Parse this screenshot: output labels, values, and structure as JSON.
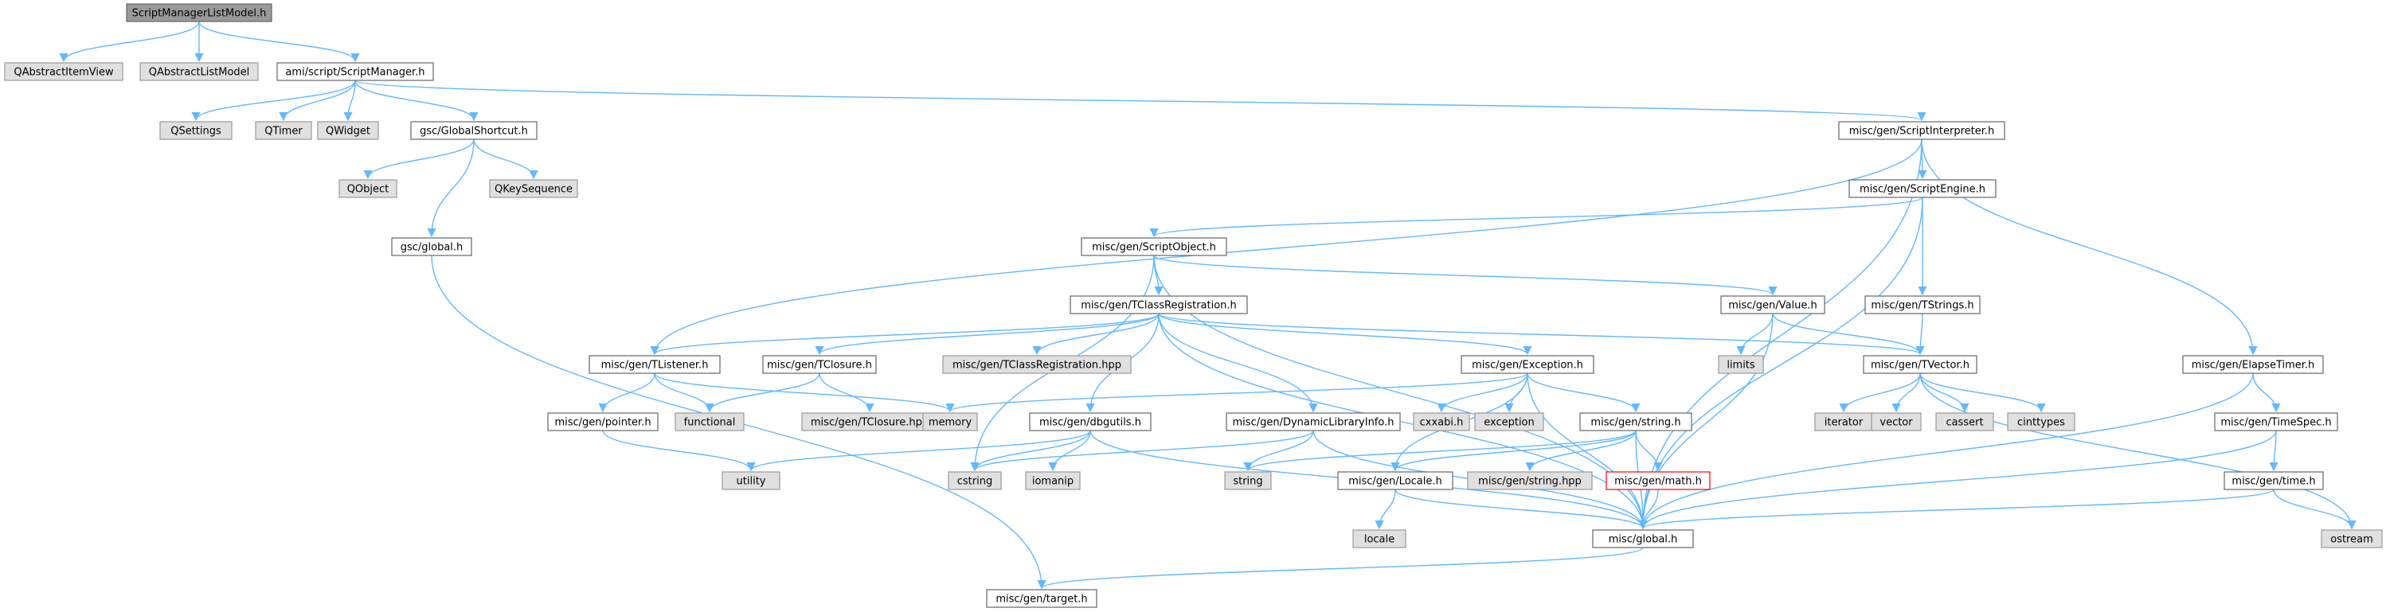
{
  "colors": {
    "edge": "#63b8ff",
    "file_border": "#666666",
    "external_fill": "#e0e0e0",
    "root_fill": "#999999",
    "error_border": "#ff0000"
  },
  "nodes": [
    {
      "id": "root",
      "label": "ScriptManagerListModel.h",
      "kind": "root"
    },
    {
      "id": "qaiv",
      "label": "QAbstractItemView",
      "kind": "ext"
    },
    {
      "id": "qalm",
      "label": "QAbstractListModel",
      "kind": "ext"
    },
    {
      "id": "sm",
      "label": "ami/script/ScriptManager.h",
      "kind": "file"
    },
    {
      "id": "qsettings",
      "label": "QSettings",
      "kind": "ext"
    },
    {
      "id": "qtimer",
      "label": "QTimer",
      "kind": "ext"
    },
    {
      "id": "qwidget",
      "label": "QWidget",
      "kind": "ext"
    },
    {
      "id": "gshort",
      "label": "gsc/GlobalShortcut.h",
      "kind": "file"
    },
    {
      "id": "qobject",
      "label": "QObject",
      "kind": "ext"
    },
    {
      "id": "qkeyseq",
      "label": "QKeySequence",
      "kind": "ext"
    },
    {
      "id": "gscglobal",
      "label": "gsc/global.h",
      "kind": "file"
    },
    {
      "id": "sinterp",
      "label": "misc/gen/ScriptInterpreter.h",
      "kind": "file"
    },
    {
      "id": "sengine",
      "label": "misc/gen/ScriptEngine.h",
      "kind": "file"
    },
    {
      "id": "sobject",
      "label": "misc/gen/ScriptObject.h",
      "kind": "file"
    },
    {
      "id": "tclassreg",
      "label": "misc/gen/TClassRegistration.h",
      "kind": "file"
    },
    {
      "id": "value",
      "label": "misc/gen/Value.h",
      "kind": "file"
    },
    {
      "id": "tstrings",
      "label": "misc/gen/TStrings.h",
      "kind": "file"
    },
    {
      "id": "elapse",
      "label": "misc/gen/ElapseTimer.h",
      "kind": "file"
    },
    {
      "id": "tlistener",
      "label": "misc/gen/TListener.h",
      "kind": "file"
    },
    {
      "id": "tclosure",
      "label": "misc/gen/TClosure.h",
      "kind": "file"
    },
    {
      "id": "tclassreghpp",
      "label": "misc/gen/TClassRegistration.hpp",
      "kind": "ext"
    },
    {
      "id": "exception",
      "label": "misc/gen/Exception.h",
      "kind": "file"
    },
    {
      "id": "limits",
      "label": "limits",
      "kind": "ext"
    },
    {
      "id": "tvector",
      "label": "misc/gen/TVector.h",
      "kind": "file"
    },
    {
      "id": "pointer",
      "label": "misc/gen/pointer.h",
      "kind": "file"
    },
    {
      "id": "functional",
      "label": "functional",
      "kind": "ext"
    },
    {
      "id": "tclosurehpp",
      "label": "misc/gen/TClosure.hpp",
      "kind": "ext"
    },
    {
      "id": "memory",
      "label": "memory",
      "kind": "ext"
    },
    {
      "id": "dbgutils",
      "label": "misc/gen/dbgutils.h",
      "kind": "file"
    },
    {
      "id": "dynlib",
      "label": "misc/gen/DynamicLibraryInfo.h",
      "kind": "file"
    },
    {
      "id": "cxxabi",
      "label": "cxxabi.h",
      "kind": "ext"
    },
    {
      "id": "exceptionstd",
      "label": "exception",
      "kind": "ext"
    },
    {
      "id": "mstring",
      "label": "misc/gen/string.h",
      "kind": "file"
    },
    {
      "id": "iterator",
      "label": "iterator",
      "kind": "ext"
    },
    {
      "id": "vector",
      "label": "vector",
      "kind": "ext"
    },
    {
      "id": "cassert",
      "label": "cassert",
      "kind": "ext"
    },
    {
      "id": "cinttypes",
      "label": "cinttypes",
      "kind": "ext"
    },
    {
      "id": "timespec",
      "label": "misc/gen/TimeSpec.h",
      "kind": "file"
    },
    {
      "id": "utility",
      "label": "utility",
      "kind": "ext"
    },
    {
      "id": "cstring",
      "label": "cstring",
      "kind": "ext"
    },
    {
      "id": "iomanip",
      "label": "iomanip",
      "kind": "ext"
    },
    {
      "id": "string",
      "label": "string",
      "kind": "ext"
    },
    {
      "id": "locale",
      "label": "misc/gen/Locale.h",
      "kind": "file"
    },
    {
      "id": "stringhpp",
      "label": "misc/gen/string.hpp",
      "kind": "ext"
    },
    {
      "id": "math",
      "label": "misc/gen/math.h",
      "kind": "red"
    },
    {
      "id": "gtime",
      "label": "misc/gen/time.h",
      "kind": "file"
    },
    {
      "id": "localestd",
      "label": "locale",
      "kind": "ext"
    },
    {
      "id": "miscglobal",
      "label": "misc/global.h",
      "kind": "file"
    },
    {
      "id": "ostream",
      "label": "ostream",
      "kind": "ext"
    },
    {
      "id": "target",
      "label": "misc/gen/target.h",
      "kind": "file"
    }
  ],
  "edges": [
    [
      "root",
      "qaiv"
    ],
    [
      "root",
      "qalm"
    ],
    [
      "root",
      "sm"
    ],
    [
      "sm",
      "qsettings"
    ],
    [
      "sm",
      "qtimer"
    ],
    [
      "sm",
      "qwidget"
    ],
    [
      "sm",
      "gshort"
    ],
    [
      "sm",
      "sinterp"
    ],
    [
      "gshort",
      "qobject"
    ],
    [
      "gshort",
      "qkeyseq"
    ],
    [
      "gshort",
      "gscglobal"
    ],
    [
      "gscglobal",
      "target"
    ],
    [
      "sinterp",
      "sengine"
    ],
    [
      "sinterp",
      "tlistener"
    ],
    [
      "sinterp",
      "elapse"
    ],
    [
      "sinterp",
      "miscglobal"
    ],
    [
      "sengine",
      "sobject"
    ],
    [
      "sengine",
      "tstrings"
    ],
    [
      "sengine",
      "miscglobal"
    ],
    [
      "sobject",
      "tclassreg"
    ],
    [
      "sobject",
      "value"
    ],
    [
      "sobject",
      "cstring"
    ],
    [
      "sobject",
      "miscglobal"
    ],
    [
      "tclassreg",
      "tlistener"
    ],
    [
      "tclassreg",
      "tclosure"
    ],
    [
      "tclassreg",
      "tclassreghpp"
    ],
    [
      "tclassreg",
      "exception"
    ],
    [
      "tclassreg",
      "tvector"
    ],
    [
      "tclassreg",
      "dbgutils"
    ],
    [
      "tclassreg",
      "dynlib"
    ],
    [
      "tclassreg",
      "miscglobal"
    ],
    [
      "value",
      "limits"
    ],
    [
      "value",
      "tvector"
    ],
    [
      "value",
      "miscglobal"
    ],
    [
      "tstrings",
      "tvector"
    ],
    [
      "elapse",
      "timespec"
    ],
    [
      "elapse",
      "miscglobal"
    ],
    [
      "tlistener",
      "pointer"
    ],
    [
      "tlistener",
      "functional"
    ],
    [
      "tlistener",
      "memory"
    ],
    [
      "tclosure",
      "functional"
    ],
    [
      "tclosure",
      "tclosurehpp"
    ],
    [
      "exception",
      "memory"
    ],
    [
      "exception",
      "cxxabi"
    ],
    [
      "exception",
      "exceptionstd"
    ],
    [
      "exception",
      "mstring"
    ],
    [
      "exception",
      "locale"
    ],
    [
      "exception",
      "miscglobal"
    ],
    [
      "tvector",
      "iterator"
    ],
    [
      "tvector",
      "vector"
    ],
    [
      "tvector",
      "cassert"
    ],
    [
      "tvector",
      "cinttypes"
    ],
    [
      "tvector",
      "ostream"
    ],
    [
      "pointer",
      "utility"
    ],
    [
      "dbgutils",
      "utility"
    ],
    [
      "dbgutils",
      "cstring"
    ],
    [
      "dbgutils",
      "iomanip"
    ],
    [
      "dbgutils",
      "miscglobal"
    ],
    [
      "dynlib",
      "cstring"
    ],
    [
      "dynlib",
      "string"
    ],
    [
      "dynlib",
      "miscglobal"
    ],
    [
      "mstring",
      "string"
    ],
    [
      "mstring",
      "stringhpp"
    ],
    [
      "mstring",
      "math"
    ],
    [
      "mstring",
      "locale"
    ],
    [
      "mstring",
      "miscglobal"
    ],
    [
      "locale",
      "localestd"
    ],
    [
      "locale",
      "miscglobal"
    ],
    [
      "math",
      "miscglobal"
    ],
    [
      "timespec",
      "gtime"
    ],
    [
      "timespec",
      "miscglobal"
    ],
    [
      "gtime",
      "ostream"
    ],
    [
      "gtime",
      "miscglobal"
    ],
    [
      "miscglobal",
      "target"
    ]
  ]
}
